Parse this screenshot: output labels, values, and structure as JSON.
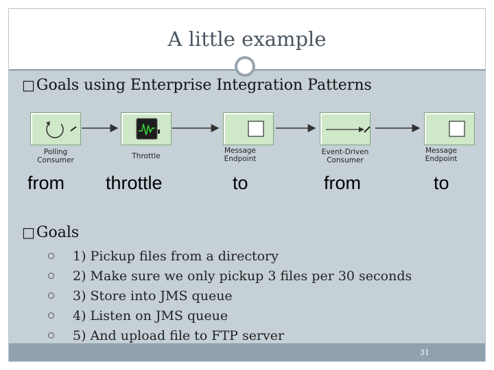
{
  "slide": {
    "title": "A little example",
    "bullet1": {
      "marker": "",
      "text": "Goals using Enterprise Integration Patterns"
    },
    "flow": {
      "nodes": [
        {
          "label_line1": "Polling",
          "label_line2": "Consumer",
          "icon": "polling-consumer-icon"
        },
        {
          "label_line1": "Throttle",
          "label_line2": "",
          "icon": "throttle-icon"
        },
        {
          "label_line1": "Message",
          "label_line2": "Endpoint",
          "icon": "message-endpoint-icon"
        },
        {
          "label_line1": "Event-Driven",
          "label_line2": "Consumer",
          "icon": "event-driven-consumer-icon"
        },
        {
          "label_line1": "Message",
          "label_line2": "Endpoint",
          "icon": "message-endpoint-icon"
        }
      ],
      "step_labels": [
        "from",
        "throttle",
        "to",
        "from",
        "to"
      ]
    },
    "bullet2": {
      "marker": "",
      "text": "Goals"
    },
    "goals": [
      "1) Pickup files from a directory",
      "2) Make sure we only pickup 3 files per 30 seconds",
      "3) Store into JMS queue",
      "4) Listen on JMS queue",
      "5) And upload file to FTP server"
    ],
    "page_number": "31",
    "colors": {
      "body_bg": "#c6d0d7",
      "node_fill": "#cfe8c8",
      "bar": "#8fa2ae"
    }
  }
}
